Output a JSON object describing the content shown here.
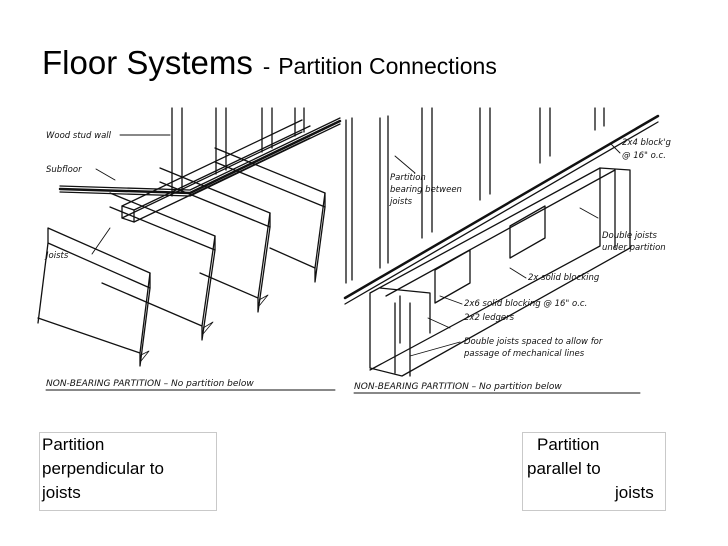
{
  "slide": {
    "title": "Floor Systems",
    "separator": "-",
    "subtitle": "Partition Connections"
  },
  "left_figure": {
    "labels": {
      "wood_stud_wall": "Wood stud wall",
      "subfloor": "Subfloor",
      "joists": "Joists"
    },
    "caption": "NON-BEARING PARTITION – No partition below"
  },
  "right_figure": {
    "labels": {
      "blocking_top_1": "2x4 block'g",
      "blocking_top_2": "@ 16\" o.c.",
      "partition_bearing_1": "Partition",
      "partition_bearing_2": "bearing between",
      "partition_bearing_3": "joists",
      "double_joists_1": "Double joists",
      "double_joists_2": "under partition",
      "solid_blocking": "2x solid blocking",
      "solid_blocking_2x6": "2x6 solid blocking @ 16\" o.c.",
      "ledgers": "2x2 ledgers",
      "double_spaced_1": "Double joists spaced to allow for",
      "double_spaced_2": "passage of mechanical lines"
    },
    "caption": "NON-BEARING PARTITION – No partition below"
  },
  "captions": {
    "left": {
      "line1": "Partition",
      "line2": "perpendicular to",
      "line3": "joists"
    },
    "right": {
      "line1": "Partition",
      "line2": "parallel to",
      "line3": "joists"
    }
  }
}
